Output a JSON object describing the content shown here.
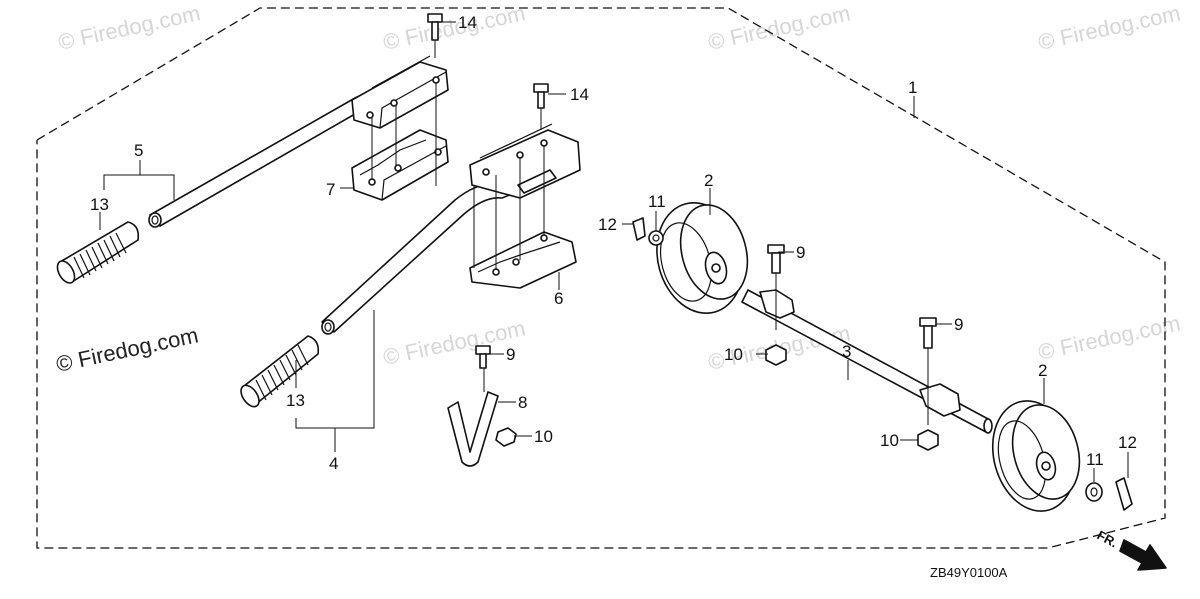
{
  "watermark": {
    "text": "© Firedog.com"
  },
  "diagram": {
    "code": "ZB49Y0100A",
    "direction_label": "FR.",
    "callouts": [
      {
        "id": "c1",
        "text": "1"
      },
      {
        "id": "c2a",
        "text": "2"
      },
      {
        "id": "c2b",
        "text": "2"
      },
      {
        "id": "c3",
        "text": "3"
      },
      {
        "id": "c4",
        "text": "4"
      },
      {
        "id": "c5",
        "text": "5"
      },
      {
        "id": "c6",
        "text": "6"
      },
      {
        "id": "c7",
        "text": "7"
      },
      {
        "id": "c8",
        "text": "8"
      },
      {
        "id": "c9a",
        "text": "9"
      },
      {
        "id": "c9b",
        "text": "9"
      },
      {
        "id": "c9c",
        "text": "9"
      },
      {
        "id": "c10a",
        "text": "10"
      },
      {
        "id": "c10b",
        "text": "10"
      },
      {
        "id": "c10c",
        "text": "10"
      },
      {
        "id": "c11a",
        "text": "11"
      },
      {
        "id": "c11b",
        "text": "11"
      },
      {
        "id": "c12a",
        "text": "12"
      },
      {
        "id": "c12b",
        "text": "12"
      },
      {
        "id": "c13a",
        "text": "13"
      },
      {
        "id": "c13b",
        "text": "13"
      },
      {
        "id": "c14a",
        "text": "14"
      },
      {
        "id": "c14b",
        "text": "14"
      }
    ]
  }
}
